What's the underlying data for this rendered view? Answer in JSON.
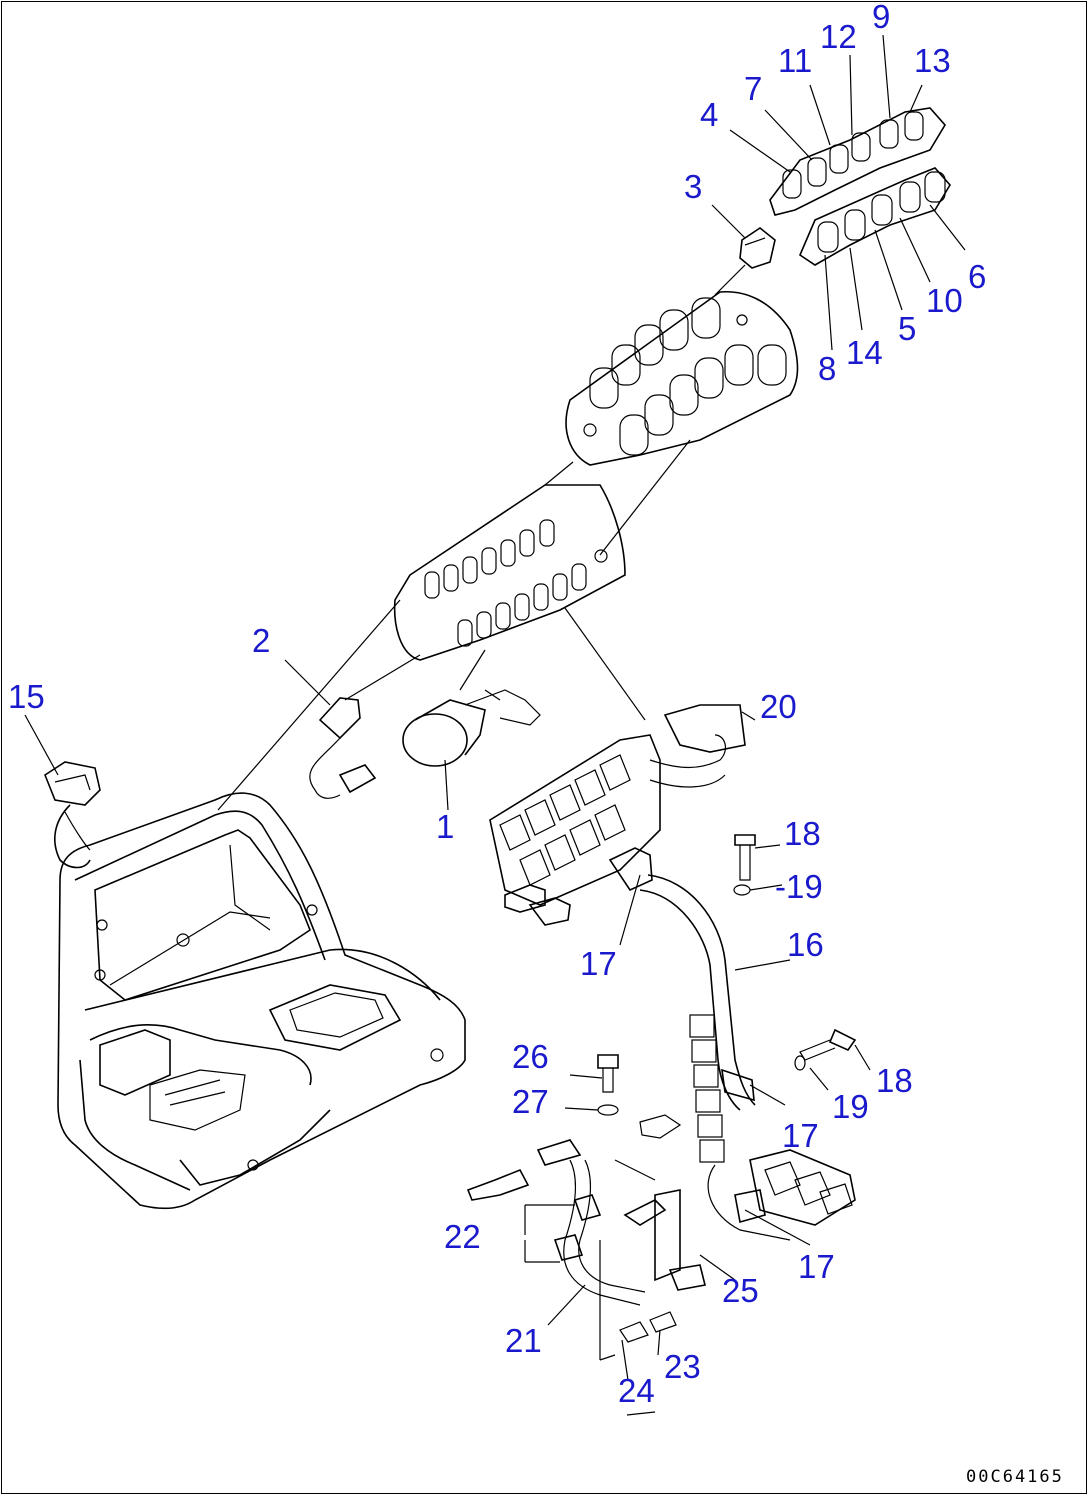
{
  "diagram": {
    "drawing_code": "00C64165",
    "callouts": [
      {
        "id": "c1",
        "text": "1"
      },
      {
        "id": "c2",
        "text": "2"
      },
      {
        "id": "c3",
        "text": "3"
      },
      {
        "id": "c4",
        "text": "4"
      },
      {
        "id": "c5",
        "text": "5"
      },
      {
        "id": "c6",
        "text": "6"
      },
      {
        "id": "c7",
        "text": "7"
      },
      {
        "id": "c8",
        "text": "8"
      },
      {
        "id": "c9",
        "text": "9"
      },
      {
        "id": "c10",
        "text": "10"
      },
      {
        "id": "c11",
        "text": "11"
      },
      {
        "id": "c12",
        "text": "12"
      },
      {
        "id": "c13",
        "text": "13"
      },
      {
        "id": "c14",
        "text": "14"
      },
      {
        "id": "c15",
        "text": "15"
      },
      {
        "id": "c16",
        "text": "16"
      },
      {
        "id": "c17a",
        "text": "17"
      },
      {
        "id": "c17b",
        "text": "17"
      },
      {
        "id": "c17c",
        "text": "17"
      },
      {
        "id": "c18a",
        "text": "18"
      },
      {
        "id": "c18b",
        "text": "18"
      },
      {
        "id": "c19a",
        "text": "-19"
      },
      {
        "id": "c19b",
        "text": "19"
      },
      {
        "id": "c20",
        "text": "20"
      },
      {
        "id": "c21",
        "text": "21"
      },
      {
        "id": "c22",
        "text": "22"
      },
      {
        "id": "c23",
        "text": "23"
      },
      {
        "id": "c24",
        "text": "24"
      },
      {
        "id": "c25",
        "text": "25"
      },
      {
        "id": "c26",
        "text": "26"
      },
      {
        "id": "c27",
        "text": "27"
      }
    ]
  }
}
